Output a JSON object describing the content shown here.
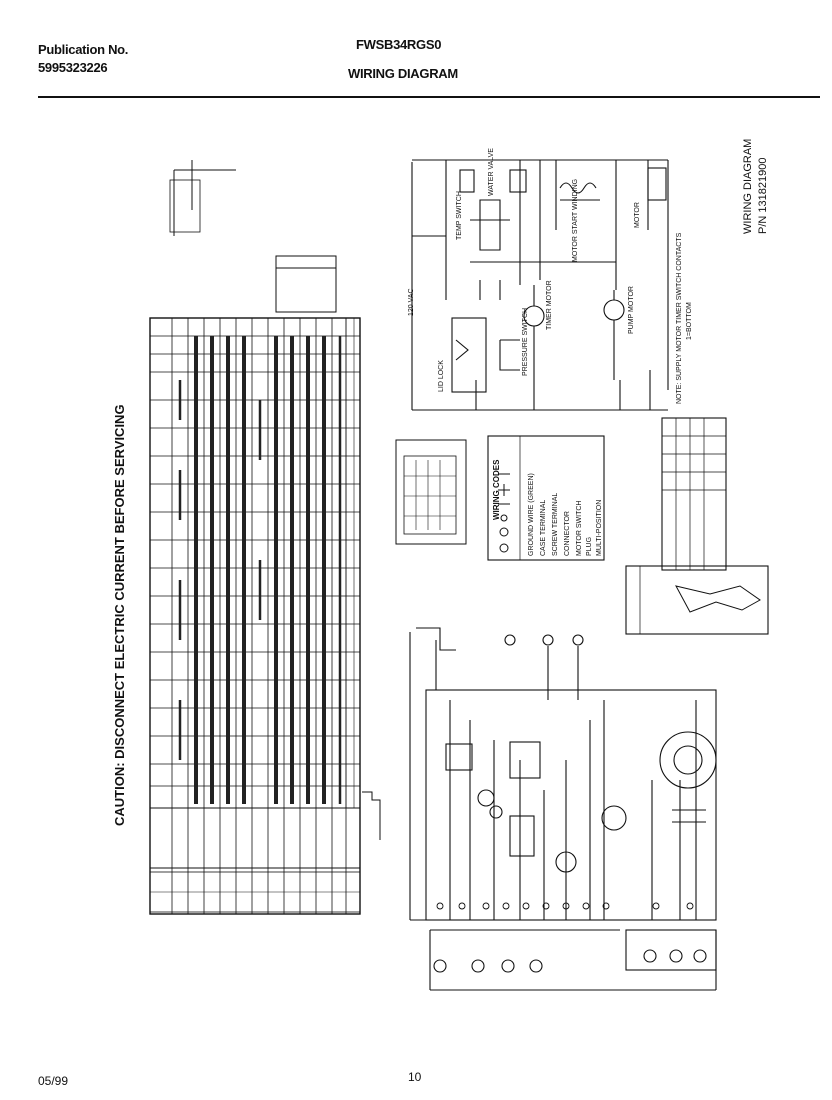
{
  "header": {
    "publication_label": "Publication No.",
    "publication_number": "5995323226",
    "model": "FWSB34RGS0",
    "title": "WIRING DIAGRAM"
  },
  "caution": "CAUTION: DISCONNECT ELECTRIC CURRENT BEFORE SERVICING",
  "schematic": {
    "title": "WIRING DIAGRAM",
    "part_number": "P/N 131821900",
    "voltage": "120 VAC",
    "labels": {
      "lid_lock": "LID LOCK",
      "timer_motor": "TIMER MOTOR",
      "pump_motor": "PUMP MOTOR",
      "pressure_switch": "PRESSURE SWITCH",
      "motor_start_winding": "MOTOR START WINDING",
      "motor": "MOTOR",
      "temp_switch": "TEMP SWITCH",
      "water_valve": "WATER VALVE",
      "note": "NOTE: SUPPLY MOTOR TIMER SWITCH CONTACTS",
      "note_2": "1=BOTTOM"
    }
  },
  "wiring_codes": {
    "title": "WIRING CODES",
    "items": [
      "GROUND WIRE (GREEN)",
      "CASE TERMINAL",
      "SCREW TERMINAL",
      "CONNECTOR",
      "MOTOR SWITCH",
      "PLUG",
      "MULTI-POSITION"
    ]
  },
  "footer": {
    "date": "05/99",
    "page": "10"
  }
}
